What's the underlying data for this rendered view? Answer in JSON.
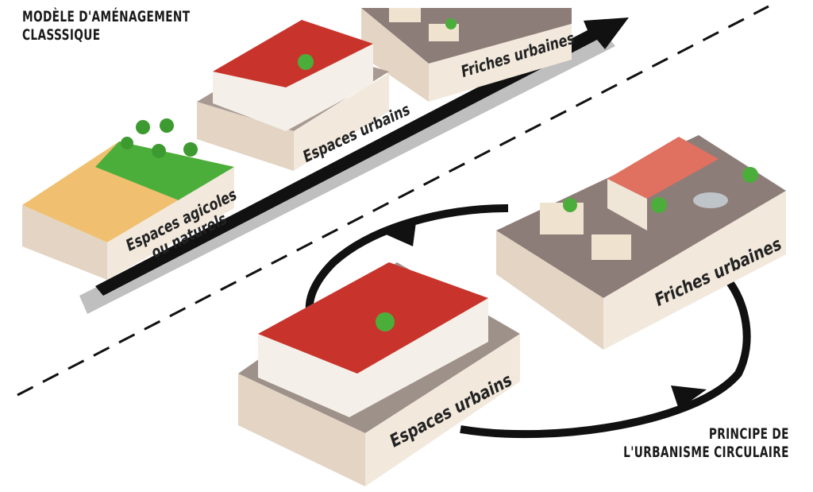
{
  "classic_model": {
    "title_line1": "MODÈLE D'AMÉNAGEMENT",
    "title_line2": "CLASSSIQUE",
    "blocks": {
      "agricultural_line1": "Espaces agicoles",
      "agricultural_line2": "ou naturels",
      "urban": "Espaces urbains",
      "brownfield": "Friches urbaines"
    }
  },
  "circular_model": {
    "title_line1": "PRINCIPE DE",
    "title_line2": "L'URBANISME CIRCULAIRE",
    "blocks": {
      "brownfield": "Friches urbaines",
      "urban": "Espaces urbains"
    }
  },
  "colors": {
    "block_front": "#f2e8dc",
    "block_side": "#e3d4c3",
    "roof": "#c8342c",
    "field": "#f0c070",
    "grass": "#4cae3a",
    "arrow": "#111111",
    "ground": "#9e918a"
  }
}
